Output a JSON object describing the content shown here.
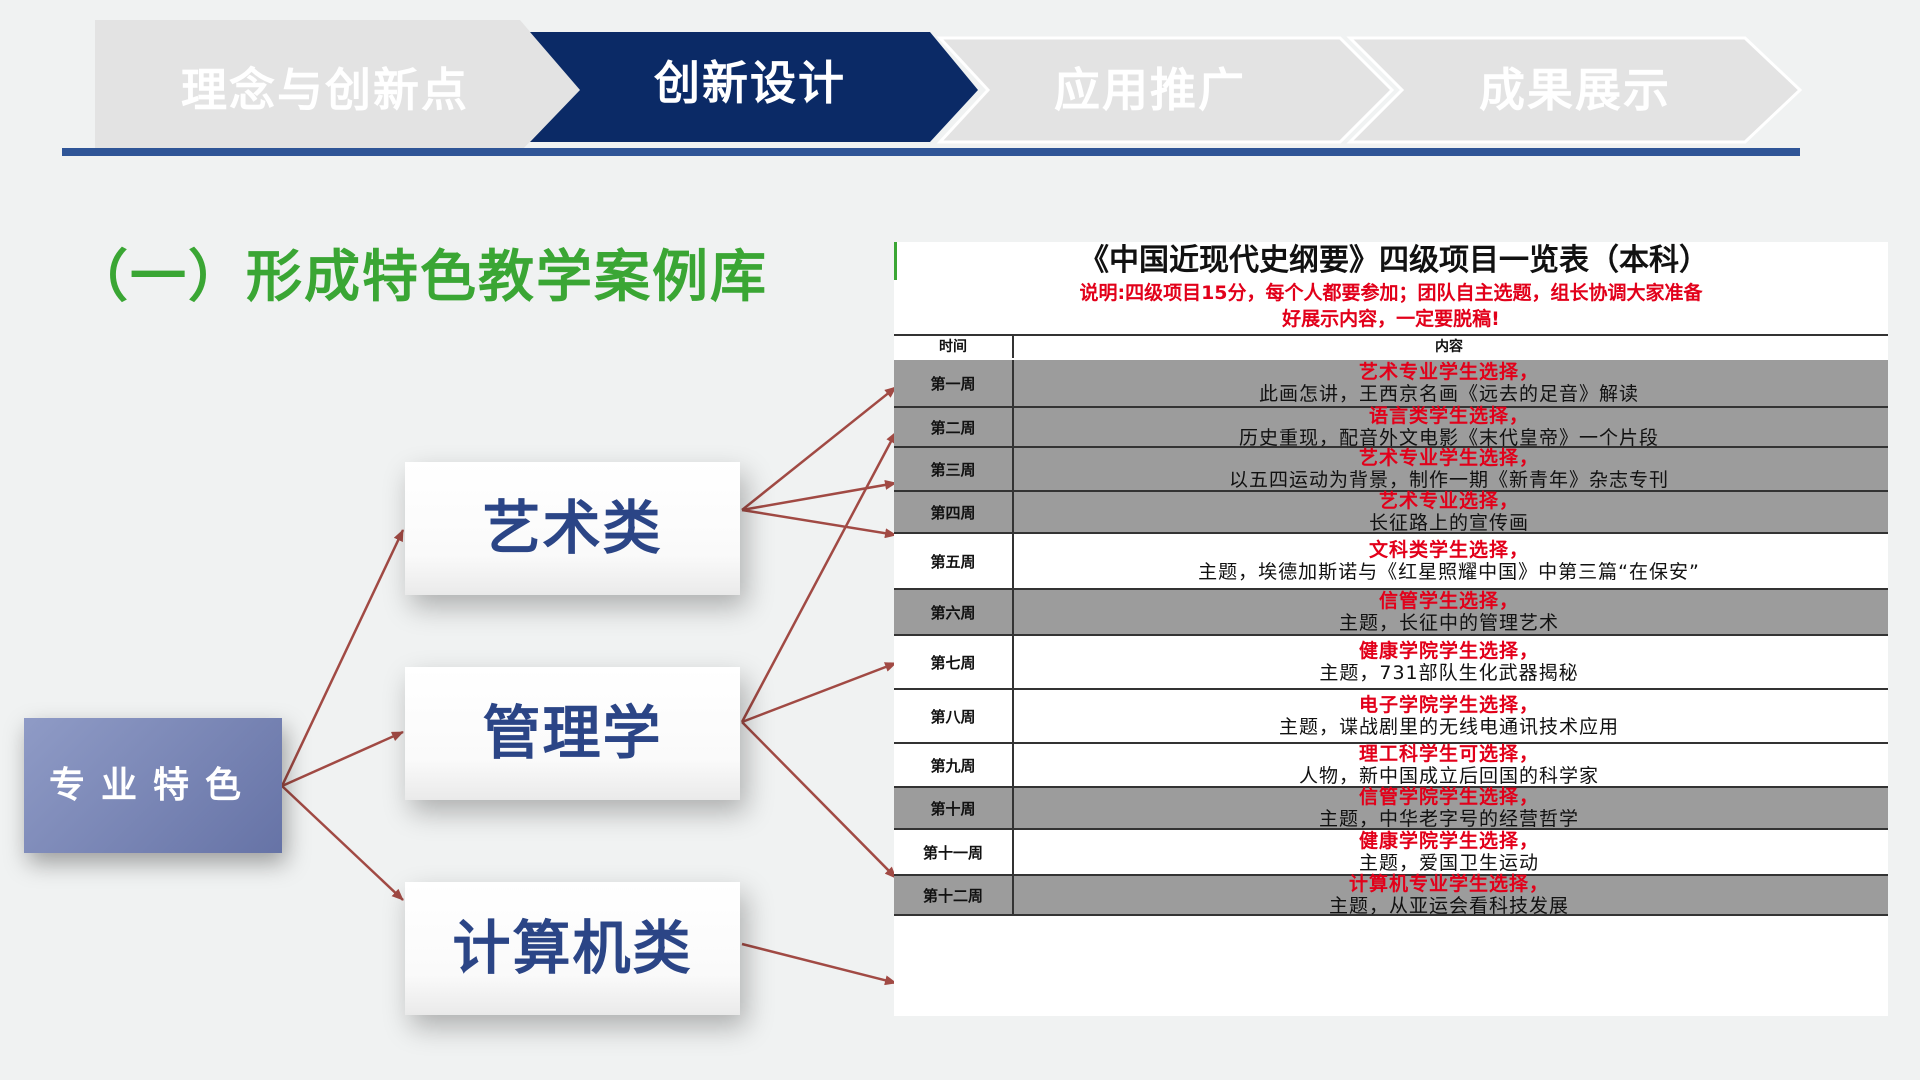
{
  "nav": {
    "steps": [
      {
        "label": "理念与创新点",
        "active": false
      },
      {
        "label": "创新设计",
        "active": true
      },
      {
        "label": "应用推广",
        "active": false
      },
      {
        "label": "成果展示",
        "active": false
      }
    ],
    "active_color": "#0b2a66",
    "inactive_color": "#e3e3e3",
    "bar_color": "#2f5597"
  },
  "section": {
    "title": "（一）形成特色教学案例库"
  },
  "diagram": {
    "root": "专业特色",
    "categories": [
      "艺术类",
      "管理学",
      "计算机类"
    ],
    "arrow_color": "#a14a44"
  },
  "table": {
    "title": "《中国近现代史纲要》四级项目一览表（本科）",
    "note_line1": "说明:四级项目15分，每个人都要参加；团队自主选题，组长协调大家准备",
    "note_line2": "好展示内容，一定要脱稿!",
    "header_week": "时间",
    "header_content": "内容",
    "rows": [
      {
        "week": "第一周",
        "line1": "艺术专业学生选择，",
        "line2": "此画怎讲，王西京名画《远去的足音》解读",
        "shaded": true
      },
      {
        "week": "第二周",
        "line1": "语言类学生选择，",
        "line2": "历史重现，配音外文电影《末代皇帝》一个片段",
        "shaded": true
      },
      {
        "week": "第三周",
        "line1": "艺术专业学生选择，",
        "line2": "以五四运动为背景，制作一期《新青年》杂志专刊",
        "shaded": true
      },
      {
        "week": "第四周",
        "line1": "艺术专业选择，",
        "line2": "长征路上的宣传画",
        "shaded": true
      },
      {
        "week": "第五周",
        "line1": "文科类学生选择，",
        "line2": "主题，埃德加斯诺与《红星照耀中国》中第三篇“在保安”",
        "shaded": false
      },
      {
        "week": "第六周",
        "line1": "信管学生选择，",
        "line2": "主题，长征中的管理艺术",
        "shaded": true
      },
      {
        "week": "第七周",
        "line1": "健康学院学生选择，",
        "line2": "主题，731部队生化武器揭秘",
        "shaded": false
      },
      {
        "week": "第八周",
        "line1": "电子学院学生选择，",
        "line2": "主题，谍战剧里的无线电通讯技术应用",
        "shaded": false
      },
      {
        "week": "第九周",
        "line1": "理工科学生可选择，",
        "line2": "人物，新中国成立后回国的科学家",
        "shaded": false
      },
      {
        "week": "第十周",
        "line1": "信管学院学生选择，",
        "line2": "主题，中华老字号的经营哲学",
        "shaded": true
      },
      {
        "week": "第十一周",
        "line1": "健康学院学生选择，",
        "line2": "主题，爱国卫生运动",
        "shaded": false
      },
      {
        "week": "第十二周",
        "line1": "计算机专业学生选择，",
        "line2": "主题，从亚运会看科技发展",
        "shaded": true
      }
    ]
  }
}
